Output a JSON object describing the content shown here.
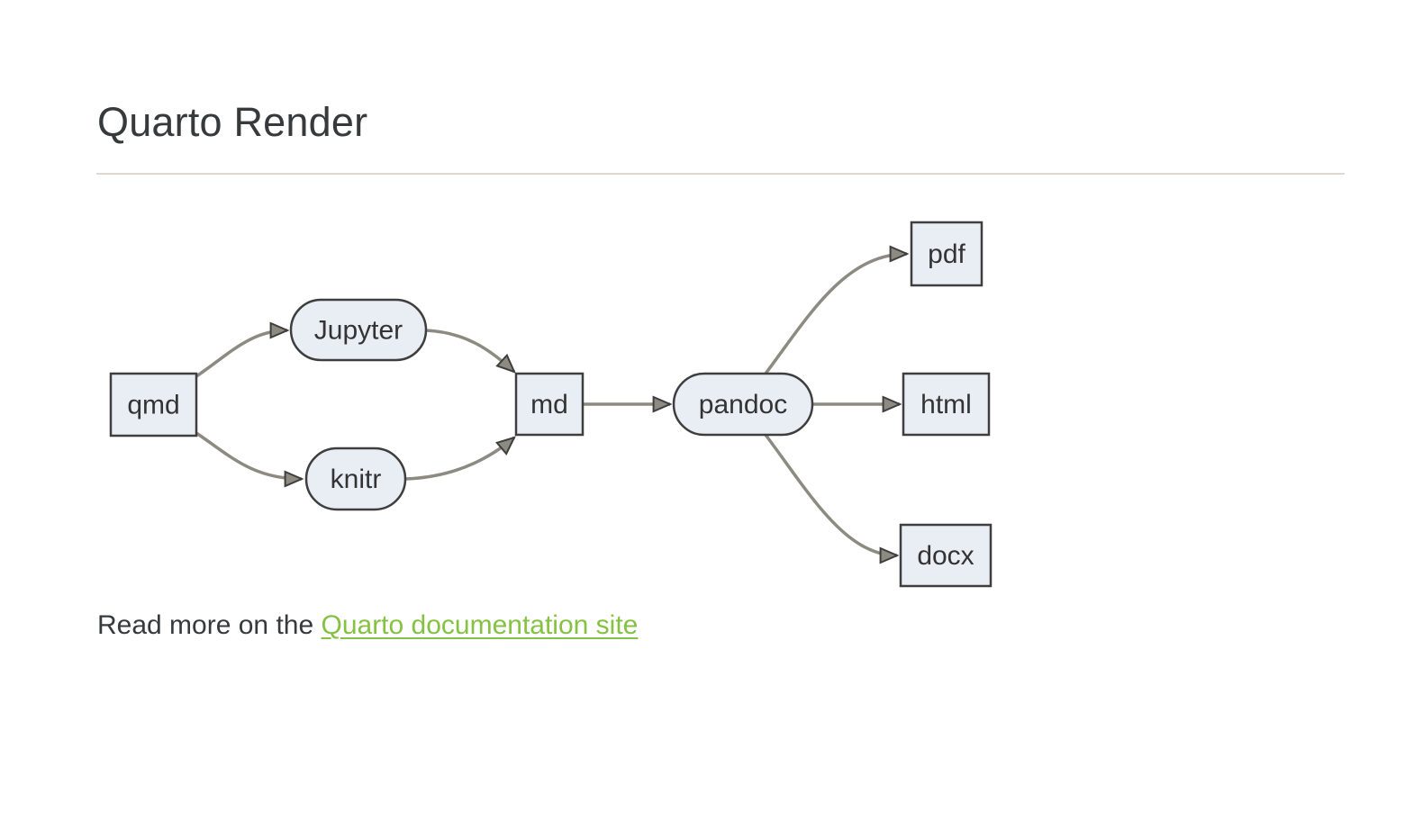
{
  "page": {
    "title": "Quarto Render",
    "footer": {
      "prefix": "Read more on the ",
      "link_text": "Quarto documentation site"
    }
  },
  "diagram": {
    "type": "flowchart",
    "direction": "left-to-right",
    "nodes": [
      {
        "id": "qmd",
        "label": "qmd",
        "shape": "rect"
      },
      {
        "id": "jupyter",
        "label": "Jupyter",
        "shape": "stadium"
      },
      {
        "id": "knitr",
        "label": "knitr",
        "shape": "stadium"
      },
      {
        "id": "md",
        "label": "md",
        "shape": "rect"
      },
      {
        "id": "pandoc",
        "label": "pandoc",
        "shape": "stadium"
      },
      {
        "id": "pdf",
        "label": "pdf",
        "shape": "rect"
      },
      {
        "id": "html",
        "label": "html",
        "shape": "rect"
      },
      {
        "id": "docx",
        "label": "docx",
        "shape": "rect"
      }
    ],
    "edges": [
      {
        "from": "qmd",
        "to": "jupyter"
      },
      {
        "from": "qmd",
        "to": "knitr"
      },
      {
        "from": "jupyter",
        "to": "md"
      },
      {
        "from": "knitr",
        "to": "md"
      },
      {
        "from": "md",
        "to": "pandoc"
      },
      {
        "from": "pandoc",
        "to": "pdf"
      },
      {
        "from": "pandoc",
        "to": "html"
      },
      {
        "from": "pandoc",
        "to": "docx"
      }
    ],
    "colors": {
      "node_fill": "#e9edf4",
      "node_border": "#3e3e3e",
      "edge": "#8d8a82",
      "node_text": "#333333"
    }
  },
  "theme": {
    "background": "#ffffff",
    "heading_color": "#373a3c",
    "body_text_color": "#373a3c",
    "link_color": "#85c142",
    "rule_color": "#ded8cd"
  }
}
